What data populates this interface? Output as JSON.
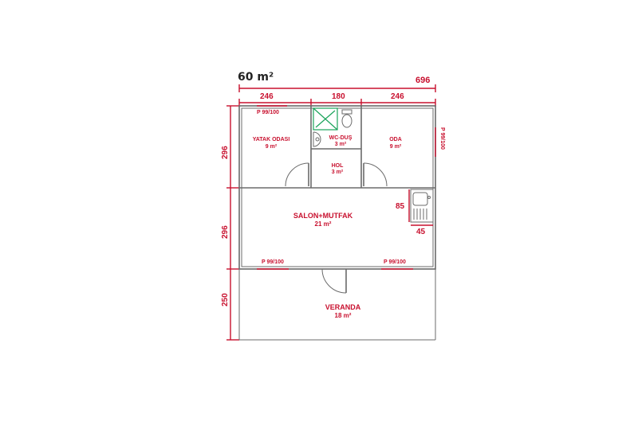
{
  "plan": {
    "area_title": "60 m²",
    "dims": {
      "total_width": "696",
      "top_left": "246",
      "top_mid": "180",
      "top_right": "246",
      "left_upper": "296",
      "left_middle": "296",
      "left_lower": "250",
      "sink_height": "85",
      "sink_width": "45"
    },
    "rooms": {
      "bedroom": {
        "name": "YATAK ODASI",
        "area": "9 m²"
      },
      "wc": {
        "name": "WC-DUŞ",
        "area": "3 m²"
      },
      "room": {
        "name": "ODA",
        "area": "9 m²"
      },
      "hall": {
        "name": "HOL",
        "area": "3 m²"
      },
      "living": {
        "name": "SALON+MUTFAK",
        "area": "21 m²"
      },
      "veranda": {
        "name": "VERANDA",
        "area": "18 m²"
      }
    },
    "windows": {
      "bedroom_top": "P 99/100",
      "room_right": "P 99/100",
      "front_left": "P 99/100",
      "front_right": "P 99/100"
    },
    "colors": {
      "accent": "#c8102e",
      "wall": "#6b6b6b",
      "fixture": "#1aa35a"
    }
  }
}
